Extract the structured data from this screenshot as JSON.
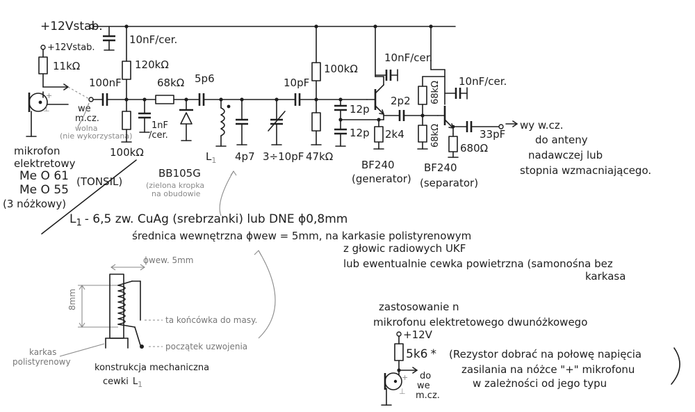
{
  "labels": {
    "supply_main": "+12Vstab.",
    "supply_mic": "+12Vstab.",
    "r_mic": "11kΩ",
    "c_bypass_top": "10nF/cer.",
    "r_bias_top": "120kΩ",
    "c_in": "100nF",
    "input_text_1": "we",
    "input_text_2": "m.cz.",
    "input_note_1": "wolna",
    "input_note_2": "(nie wykorzystana)",
    "r_bias_bottom": "100kΩ",
    "c_bias": "1nF",
    "c_bias_type": "/cer.",
    "r_varicap": "68kΩ",
    "c_coupling": "5p6",
    "varicap_part": "BB105G",
    "varicap_note_1": "(zielona kropka",
    "varicap_note_2": "na obudowie",
    "coil": "L",
    "coil_sub": "1",
    "c_4p7": "4p7",
    "c_trim": "3÷10pF",
    "c_10pf": "10pF",
    "r_100k_gen": "100kΩ",
    "r_47k": "47kΩ",
    "c_12p_a": "12p",
    "c_12p_b": "12p",
    "r_2k4": "2k4",
    "c_2p2": "2p2",
    "c_decouple_gen": "10nF/cer.",
    "t1_part": "BF240",
    "t1_role": "(generator)",
    "r_68k_top": "68kΩ",
    "r_68k_bottom": "68kΩ",
    "r_680": "680Ω",
    "c_decouple_sep": "10nF/cer.",
    "c_out": "33pF",
    "t2_part": "BF240",
    "t2_role": "(separator)",
    "mic_text": "mikrofon",
    "mic_type": "elektretowy",
    "mic_model_1": "Me O 61",
    "mic_model_2": "Me O 55",
    "mic_maker": "(TONSIL)",
    "mic_pins": "(3 nóżkowy)",
    "out_line_1": "wy w.cz.",
    "out_line_2": "do anteny",
    "out_line_3": "nadawczej lub",
    "out_line_4": "stopnia wzmacniającego."
  },
  "coil_spec": {
    "line_1_name": "L",
    "line_1_sub": "1",
    "line_1_text": "- 6,5 zw. CuAg (srebrzanki) lub DNE ϕ0,8mm",
    "line_2": "średnica wewnętrzna ϕwew = 5mm,  na karkasie polistyrenowym",
    "line_3": "z głowic radiowych UKF",
    "line_4": "lub ewentualnie cewka powietrzna (samonośna bez",
    "line_5": "karkasa"
  },
  "coil_drawing": {
    "dim_width": "ϕwew. 5mm",
    "dim_height": "8mm",
    "note_ground": "ta końcówka do masy.",
    "note_start": "początek uzwojenia",
    "label_form_1": "karkas",
    "label_form_2": "polistyrenowy",
    "caption_1": "konstrukcja mechaniczna",
    "caption_2": "cewki",
    "caption_name": "L",
    "caption_sub": "1"
  },
  "two_wire_mic": {
    "title_1": "zastosowanie n",
    "title_2": "mikrofonu elektretowego dwunóżkowego",
    "supply": "+12V",
    "resistor": "5k6",
    "asterisk": "*",
    "note_1": "(Rezystor dobrać na połowę napięcia",
    "note_2": "zasilania na nóżce \"+\" mikrofonu",
    "note_3": "w zależności od jego typu",
    "to_1": "do",
    "to_2": "we",
    "to_3": "m.cz."
  }
}
